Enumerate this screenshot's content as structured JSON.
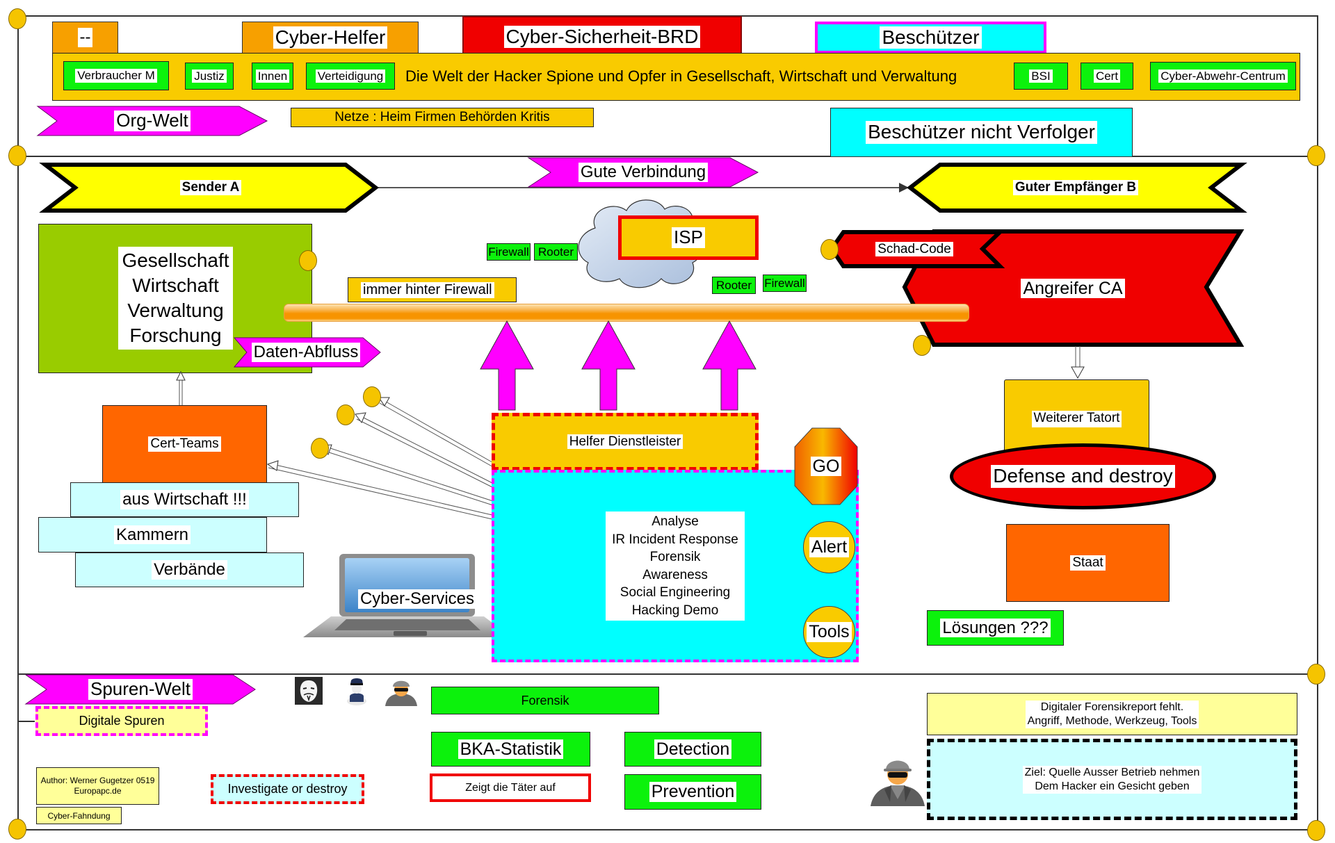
{
  "header": {
    "dash_box": "--",
    "cyber_helfer": "Cyber-Helfer",
    "cyber_sicherheit": "Cyber-Sicherheit-BRD",
    "beschuetzer": "Beschützer",
    "band_title": "Die Welt der Hacker Spione und Opfer in Gesellschaft, Wirtschaft und Verwaltung",
    "left_tags": [
      "Verbraucher M",
      "Justiz",
      "Innen",
      "Verteidigung"
    ],
    "right_tags": [
      "BSI",
      "Cert",
      "Cyber-Abwehr-Centrum"
    ],
    "org_welt": "Org-Welt",
    "netze": "Netze : Heim Firmen Behörden Kritis",
    "beschuetzer_nicht_verfolger": "Beschützer nicht Verfolger"
  },
  "network": {
    "sender": "Sender A",
    "gute_verbindung": "Gute Verbindung",
    "empfaenger": "Guter Empfänger B",
    "society_lines": [
      "Gesellschaft",
      "Wirtschaft",
      "Verwaltung",
      "Forschung"
    ],
    "daten_abfluss": "Daten-Abfluss",
    "immer_hinter_firewall": "immer hinter Firewall",
    "firewall_left": "Firewall",
    "rooter_left": "Rooter",
    "isp": "ISP",
    "rooter_right": "Rooter",
    "firewall_right": "Firewall",
    "schad_code": "Schad-Code",
    "angreifer": "Angreifer CA"
  },
  "helpers": {
    "cert_teams": "Cert-Teams",
    "aus_wirtschaft": "aus Wirtschaft !!!",
    "kammern": "Kammern",
    "verbaende": "Verbände",
    "cyber_services": "Cyber-Services",
    "helfer_dienstleister": "Helfer Dienstleister",
    "services_list": [
      "Analyse",
      "IR Incident Response",
      "Forensik",
      "Awareness",
      "Social Engineering",
      "Hacking Demo"
    ],
    "go": "GO",
    "alert": "Alert",
    "tools": "Tools"
  },
  "defense": {
    "weiterer_tatort": "Weiterer Tatort",
    "defense_and_destroy": "Defense and destroy",
    "staat": "Staat",
    "loesungen": "Lösungen ???"
  },
  "traces": {
    "spuren_welt": "Spuren-Welt",
    "digitale_spuren": "Digitale Spuren",
    "icons": [
      "anonymous-mask-icon",
      "police-officer-icon",
      "spy-icon"
    ],
    "forensik": "Forensik",
    "bka_statistik": "BKA-Statistik",
    "zeigt_die_taeter": "Zeigt die Täter auf",
    "detection": "Detection",
    "prevention": "Prevention",
    "investigate_or_destroy": "Investigate or destroy",
    "author_line1": "Author: Werner Gugetzer  0519",
    "author_line2": "Europapc.de",
    "cyber_fahndung": "Cyber-Fahndung",
    "forensikreport_line1": "Digitaler Forensikreport fehlt.",
    "forensikreport_line2": "Angriff, Methode, Werkzeug, Tools",
    "ziel_line1": "Ziel: Quelle Ausser Betrieb nehmen",
    "ziel_line2": "Dem Hacker ein Gesicht geben"
  },
  "colors": {
    "orange_band": "#f9cb00",
    "orange_tab": "#f7a000",
    "red": "#f00000",
    "magenta": "#ff00ff",
    "cyan": "#00ffff",
    "light_cyan": "#ccffff",
    "green": "#0cf20c",
    "olive_green": "#99cc00",
    "dark_orange": "#ff6600",
    "yellow": "#ffff00",
    "pale_yellow": "#ffff99"
  }
}
